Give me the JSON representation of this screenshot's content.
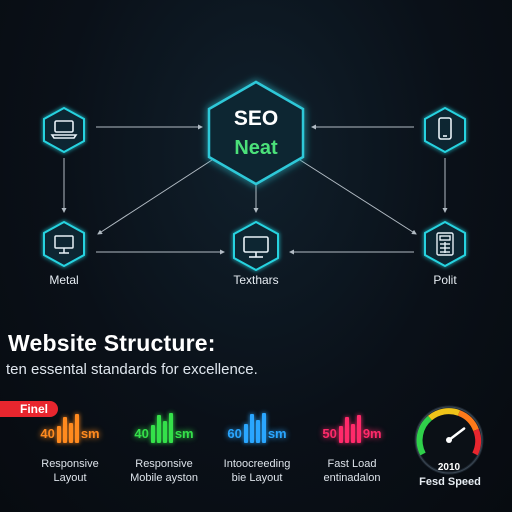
{
  "diagram": {
    "hub": {
      "title": "SEO",
      "subtitle": "Neat"
    },
    "nodes": {
      "top_left": {
        "icon": "laptop-icon",
        "label": ""
      },
      "top_right": {
        "icon": "smartphone-icon",
        "label": ""
      },
      "bottom_left": {
        "icon": "desktop-monitor-icon",
        "label": "Metal"
      },
      "bottom_center": {
        "icon": "desktop-monitor-icon",
        "label": "Texthars"
      },
      "bottom_right": {
        "icon": "calculator-icon",
        "label": "Polit"
      }
    }
  },
  "heading": {
    "title": "Website Structure:",
    "subtitle": "ten essental standards for excellence."
  },
  "badge": "Finel",
  "metrics": [
    {
      "value": "40",
      "unit": "sm",
      "bars": [
        0.45,
        0.85,
        0.6,
        0.95
      ],
      "color": "#ff8a1f",
      "caption_1": "Responsive",
      "caption_2": "Layout"
    },
    {
      "value": "40",
      "unit": "sm",
      "bars": [
        0.5,
        0.9,
        0.65,
        1.0
      ],
      "color": "#35e04a",
      "caption_1": "Responsive",
      "caption_2": "Mobile ayston"
    },
    {
      "value": "60",
      "unit": "sm",
      "bars": [
        0.55,
        0.95,
        0.7,
        1.0
      ],
      "color": "#2aa6ff",
      "caption_1": "Intoocreeding",
      "caption_2": "bie Layout"
    },
    {
      "value": "50",
      "unit": "9m",
      "bars": [
        0.45,
        0.85,
        0.55,
        0.9
      ],
      "color": "#ff2a6a",
      "caption_1": "Fast Load",
      "caption_2": "entinadalon"
    }
  ],
  "gauge": {
    "value": "2010",
    "label": "Fesd Speed",
    "level": 0.72
  },
  "colors": {
    "accent": "#27d3e0",
    "hub_glow": "#2ec8d8",
    "link": "#cfd8e0",
    "hex_fill": "#0f2533"
  }
}
